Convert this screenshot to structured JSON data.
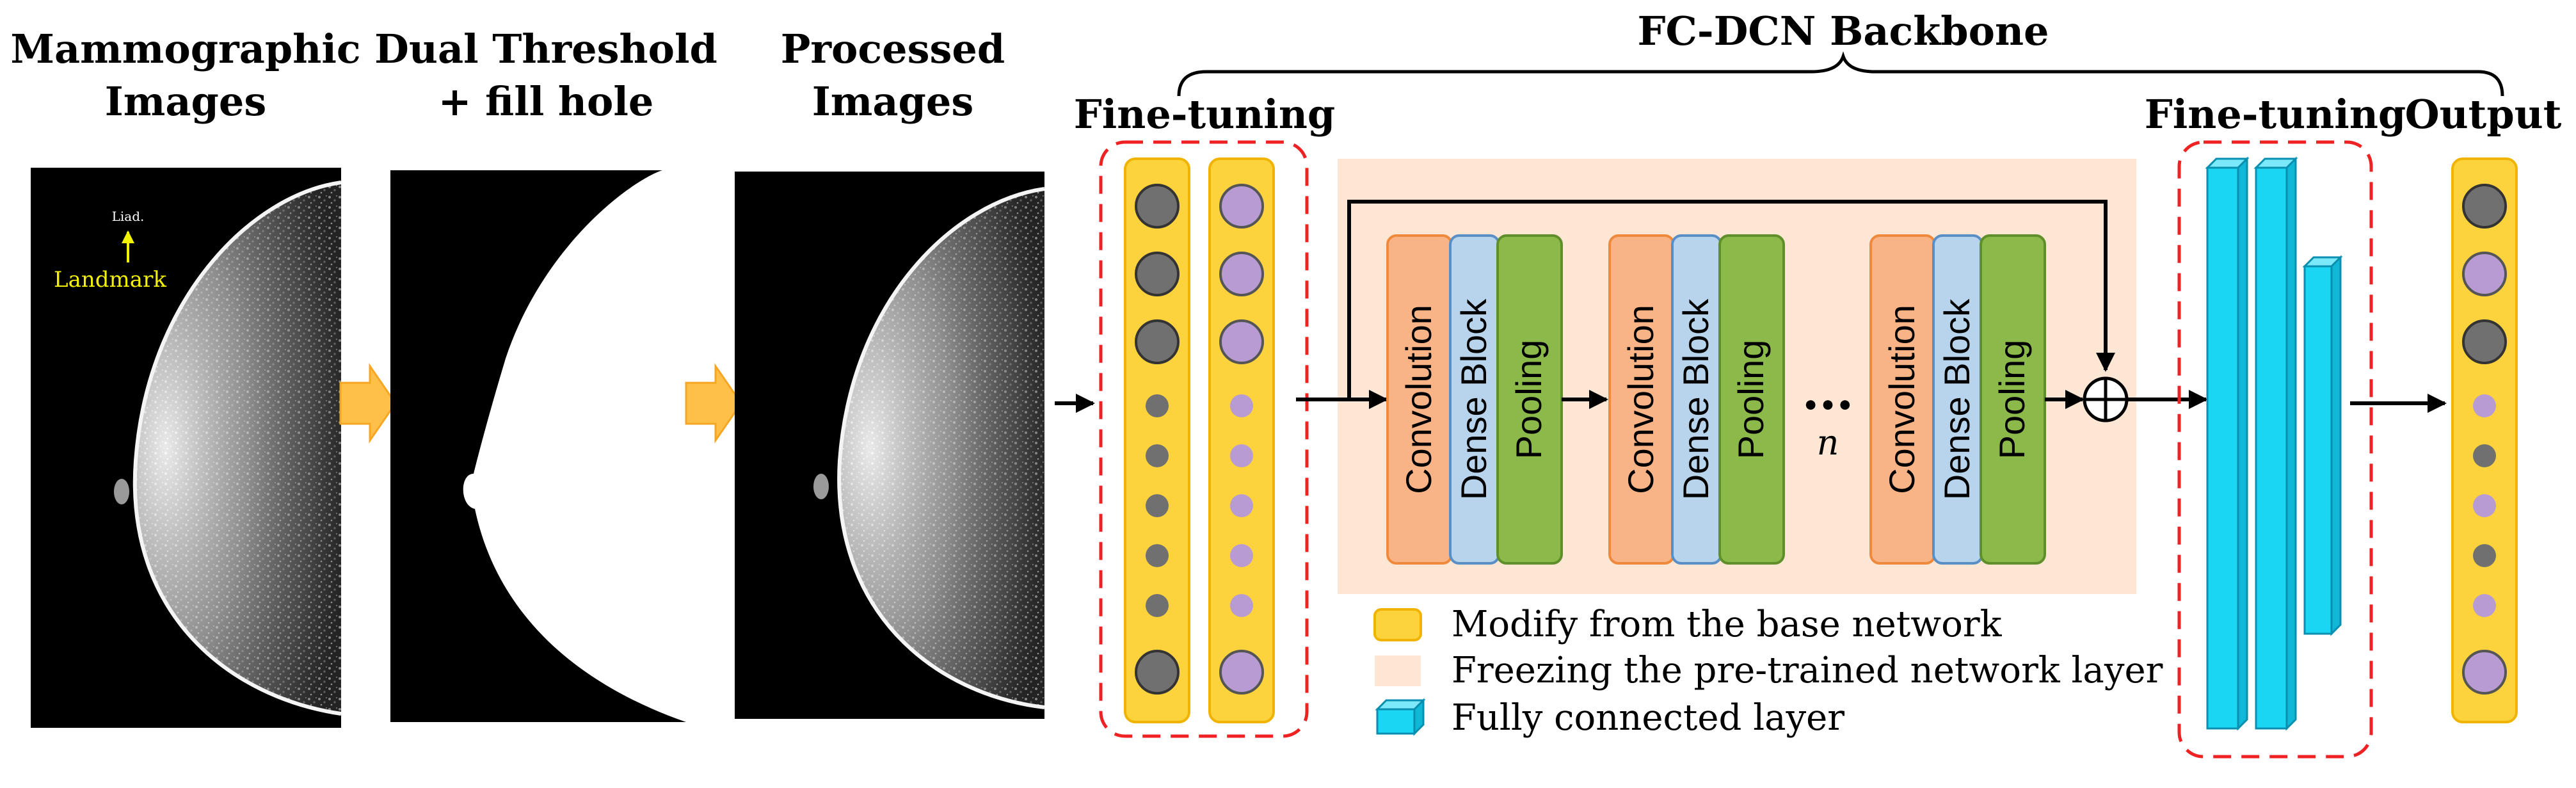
{
  "headers": {
    "mammographic_line1": "Mammographic",
    "mammographic_line2": "Images",
    "dual_line1": "Dual Threshold",
    "dual_line2": "+ fill hole",
    "processed_line1": "Processed",
    "processed_line2": "Images",
    "backbone": "FC-DCN Backbone",
    "finetune_left": "Fine-tuning",
    "finetune_right": "Fine-tuning",
    "output": "Output"
  },
  "image_labels": {
    "landmark": "Landmark",
    "marker_text": "Liad."
  },
  "blocks": {
    "convolution": "Convolution",
    "dense_block": "Dense Block",
    "pooling": "Pooling",
    "ellipsis": "•••",
    "n": "n"
  },
  "legend": {
    "modify": "Modify from the base network",
    "freezing": "Freezing the pre-trained network layer",
    "fully_connected": "Fully connected layer"
  },
  "colors": {
    "yellow": "#fcd33c",
    "yellow_border": "#f0b400",
    "peach": "#fde6d3",
    "conv": "#f8b486",
    "conv_border": "#ef8a3c",
    "dense": "#b7d4ec",
    "dense_border": "#5a8fc6",
    "pool": "#8cba4a",
    "pool_border": "#5f8f2a",
    "cyan": "#1ad6f2",
    "cyan_border": "#0a8fb0",
    "red_dash": "#ee2222",
    "node_gray": "#707070",
    "node_purple": "#b89bd2",
    "arrow_orange": "#ffc04a"
  }
}
